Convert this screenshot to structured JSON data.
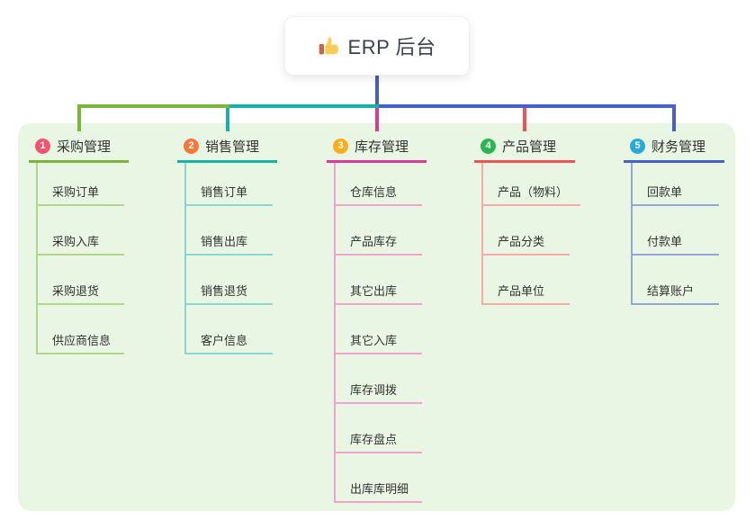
{
  "root": {
    "icon": "thumbs-up-icon",
    "label": "ERP 后台"
  },
  "canvas": {
    "page_bg": "#FFFFFF",
    "panel_bg": "#E9F6E3",
    "trunk_color": "#4A5BC8"
  },
  "branches": [
    {
      "num": "1",
      "title": "采购管理",
      "badge_color": "#F4536E",
      "line_color": "#7CB53C",
      "child_line_color": "#AFD88D",
      "children": [
        "采购订单",
        "采购入库",
        "采购退货",
        "供应商信息"
      ]
    },
    {
      "num": "2",
      "title": "销售管理",
      "badge_color": "#F4783C",
      "line_color": "#16B2AA",
      "child_line_color": "#8BD6CF",
      "children": [
        "销售订单",
        "销售出库",
        "销售退货",
        "客户信息"
      ]
    },
    {
      "num": "3",
      "title": "库存管理",
      "badge_color": "#FAAD21",
      "line_color": "#D93A97",
      "child_line_color": "#F0A3CC",
      "children": [
        "仓库信息",
        "产品库存",
        "其它出库",
        "其它入库",
        "库存调拨",
        "库存盘点",
        "出库库明细"
      ]
    },
    {
      "num": "4",
      "title": "产品管理",
      "badge_color": "#2AB551",
      "line_color": "#F05355",
      "child_line_color": "#F9ACA5",
      "children": [
        "产品（物料）",
        "产品分类",
        "产品单位"
      ]
    },
    {
      "num": "5",
      "title": "财务管理",
      "badge_color": "#2BA8DC",
      "line_color": "#4560C8",
      "child_line_color": "#93A5DB",
      "children": [
        "回款单",
        "付款单",
        "结算账户"
      ]
    }
  ]
}
